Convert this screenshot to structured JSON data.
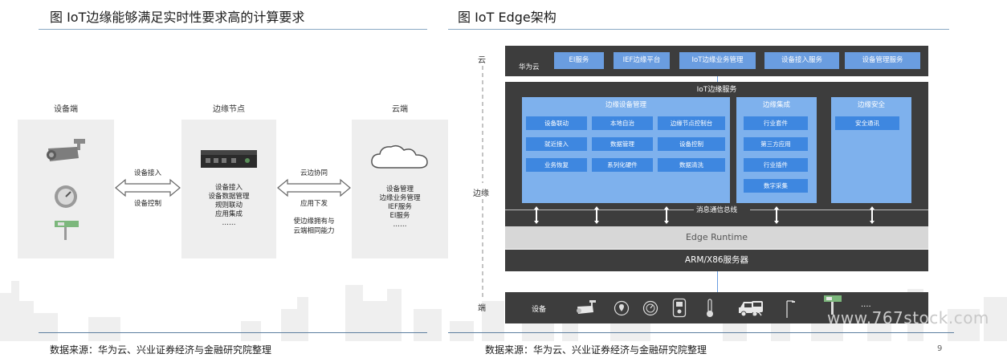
{
  "left": {
    "title": "图  IoT边缘能够满足实时性要求高的计算要求",
    "col_device": "设备端",
    "col_edge": "边缘节点",
    "col_cloud": "云端",
    "arrow1_top": "设备接入",
    "arrow1_bottom": "设备控制",
    "edge_lines": [
      "设备接入",
      "设备数据管理",
      "规则联动",
      "应用集成",
      "……"
    ],
    "arrow2_top": "云边协同",
    "arrow2_mid": "应用下发",
    "arrow2_bottom1": "使边缘拥有与",
    "arrow2_bottom2": "云端相同能力",
    "cloud_lines": [
      "设备管理",
      "边缘业务管理",
      "IEF服务",
      "EI服务",
      "……"
    ],
    "source": "数据来源：华为云、兴业证券经济与金融研究院整理"
  },
  "right": {
    "title": "图  IoT Edge架构",
    "label_cloud": "云",
    "label_edge": "边缘",
    "label_device": "端",
    "huawei_cloud": "华为云",
    "cloud_services": [
      "EI服务",
      "IEF边缘平台",
      "IoT边缘业务管理",
      "设备接入服务",
      "设备管理服务"
    ],
    "iot_edge_service": "IoT边缘服务",
    "edge_device_mgmt": "边缘设备管理",
    "device_mgmt_items": [
      "设备联动",
      "本地自治",
      "边缘节点控制台",
      "就近接入",
      "数据管理",
      "设备控制",
      "业务恢复",
      "系列化硬件",
      "数据清洗"
    ],
    "edge_integration": "边缘集成",
    "integration_items": [
      "行业套件",
      "第三方应用",
      "行业插件",
      "数字采集"
    ],
    "edge_security": "边缘安全",
    "security_items": [
      "安全通讯"
    ],
    "message_bus": "消息通信总线",
    "edge_runtime": "Edge Runtime",
    "arm_server": "ARM/X86服务器",
    "device_label": "设备",
    "device_ellipsis": "....",
    "source": "数据来源：华为云、兴业证券经济与金融研究院整理",
    "page_number": "9"
  },
  "watermark": "www.767stock.com",
  "colors": {
    "dark_bar": "#3d3d3d",
    "blue_button": "#6a9de0",
    "light_blue_box": "#7eb1ed",
    "inner_button": "#3e87e0",
    "panel_grey": "#eeeeee",
    "runtime_grey": "#d7d7d7"
  },
  "icons": [
    "camera-icon",
    "meter-icon",
    "sensor-icon",
    "gateway-icon",
    "cloud-icon",
    "location-icon",
    "gauge-icon",
    "controller-icon",
    "thermometer-icon",
    "car-icon",
    "train-icon",
    "streetlight-icon",
    "traffic-sign-icon"
  ]
}
